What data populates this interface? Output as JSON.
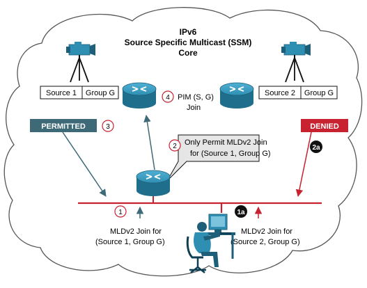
{
  "title": {
    "line1": "IPv6",
    "line2": "Source Specific Multicast (SSM)",
    "line3": "Core"
  },
  "sources": [
    {
      "source": "Source 1",
      "group": "Group G"
    },
    {
      "source": "Source 2",
      "group": "Group G"
    }
  ],
  "pim": {
    "badge": "4",
    "line1": "PIM (S, G)",
    "line2": "Join"
  },
  "permitted": {
    "label": "PERMITTED",
    "badge": "3"
  },
  "denied": {
    "label": "DENIED",
    "badge": "2a"
  },
  "callout": {
    "badge": "2",
    "line1": "Only Permit MLDv2 Join",
    "line2": "for (Source 1, Group G)"
  },
  "join1": {
    "badge": "1",
    "line1": "MLDv2 Join for",
    "line2": "(Source 1, Group G)"
  },
  "join2": {
    "badge": "1a",
    "line1": "MLDv2 Join for",
    "line2": "(Source 2, Group G)"
  },
  "colors": {
    "teal": "#3e6a78",
    "red": "#c8212f",
    "badge_red": "#c8212f",
    "badge_black": "#111111",
    "router": "#2f8fb2",
    "cloud_stroke": "#555555"
  },
  "icons": [
    "camera-icon",
    "router-icon",
    "user-workstation-icon"
  ]
}
